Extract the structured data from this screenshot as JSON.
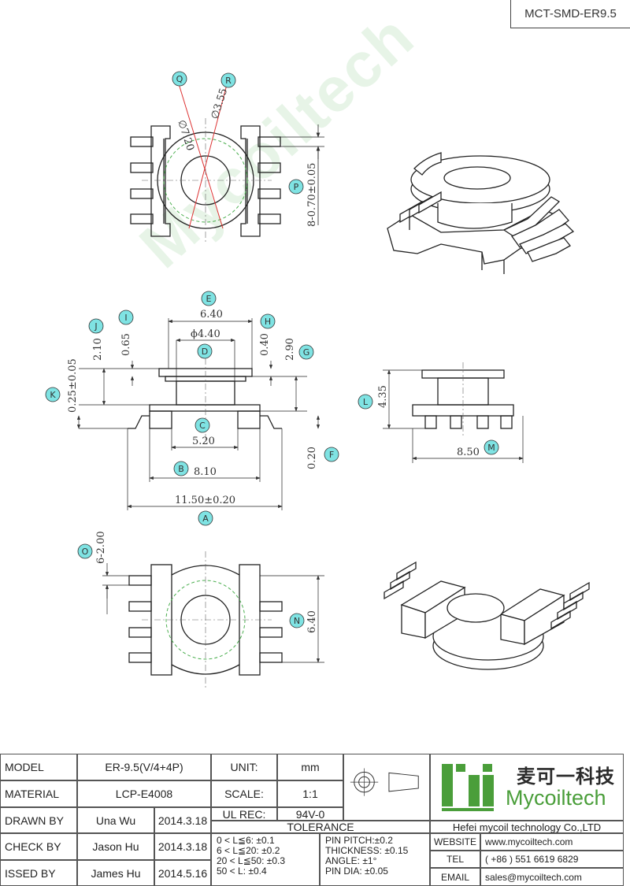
{
  "header": {
    "part_code": "MCT-SMD-ER9.5"
  },
  "watermark": {
    "text": "Mycoiltech",
    "color": "#4caf50"
  },
  "dimensions": {
    "q": "∅7.20",
    "r": "∅3.55",
    "p": "8-0.70±0.05",
    "e": "6.40",
    "d": "ϕ4.40",
    "i": "0.65",
    "j": "2.10",
    "h": "0.40",
    "g": "2.90",
    "k": "0.25±0.05",
    "c": "5.20",
    "b": "8.10",
    "a": "11.50±0.20",
    "f": "0.20",
    "l": "4.35",
    "m": "8.50",
    "o": "6-2.00",
    "n": "6.40"
  },
  "callouts": [
    "A",
    "B",
    "C",
    "D",
    "E",
    "F",
    "G",
    "H",
    "I",
    "J",
    "K",
    "L",
    "M",
    "N",
    "O",
    "P",
    "Q",
    "R"
  ],
  "title_block": {
    "model_label": "MODEL",
    "model_value": "ER-9.5(V/4+4P)",
    "material_label": "MATERIAL",
    "material_value": "LCP-E4008",
    "drawn_label": "DRAWN BY",
    "drawn_name": "Una Wu",
    "drawn_date": "2014.3.18",
    "check_label": "CHECK BY",
    "check_name": "Jason Hu",
    "check_date": "2014.3.18",
    "issued_label": "ISSED BY",
    "issued_name": "James Hu",
    "issued_date": "2014.5.16",
    "unit_label": "UNIT:",
    "unit_value": "mm",
    "scale_label": "SCALE:",
    "scale_value": "1:1",
    "ul_label": "UL REC:",
    "ul_value": "94V-0",
    "tolerance_label": "TOLERANCE",
    "tol_lines": [
      "0 < L≦6: ±0.1",
      "6 < L≦20: ±0.2",
      "20 < L≦50: ±0.3",
      "50 < L: ±0.4"
    ],
    "spec_lines": [
      "PIN PITCH:±0.2",
      "THICKNESS: ±0.15",
      "ANGLE: ±1°",
      "PIN DIA: ±0.05"
    ],
    "company_cn": "麦可一科技",
    "company_en": "Mycoiltech",
    "company_full": "Hefei mycoil technology Co.,LTD",
    "website_label": "WEBSITE",
    "website_value": "www.mycoiltech.com",
    "tel_label": "TEL",
    "tel_value": "( +86 ) 551 6619 6829",
    "email_label": "EMAIL",
    "email_value": "sales@mycoiltech.com",
    "brand_color": "#4a9e3a"
  }
}
